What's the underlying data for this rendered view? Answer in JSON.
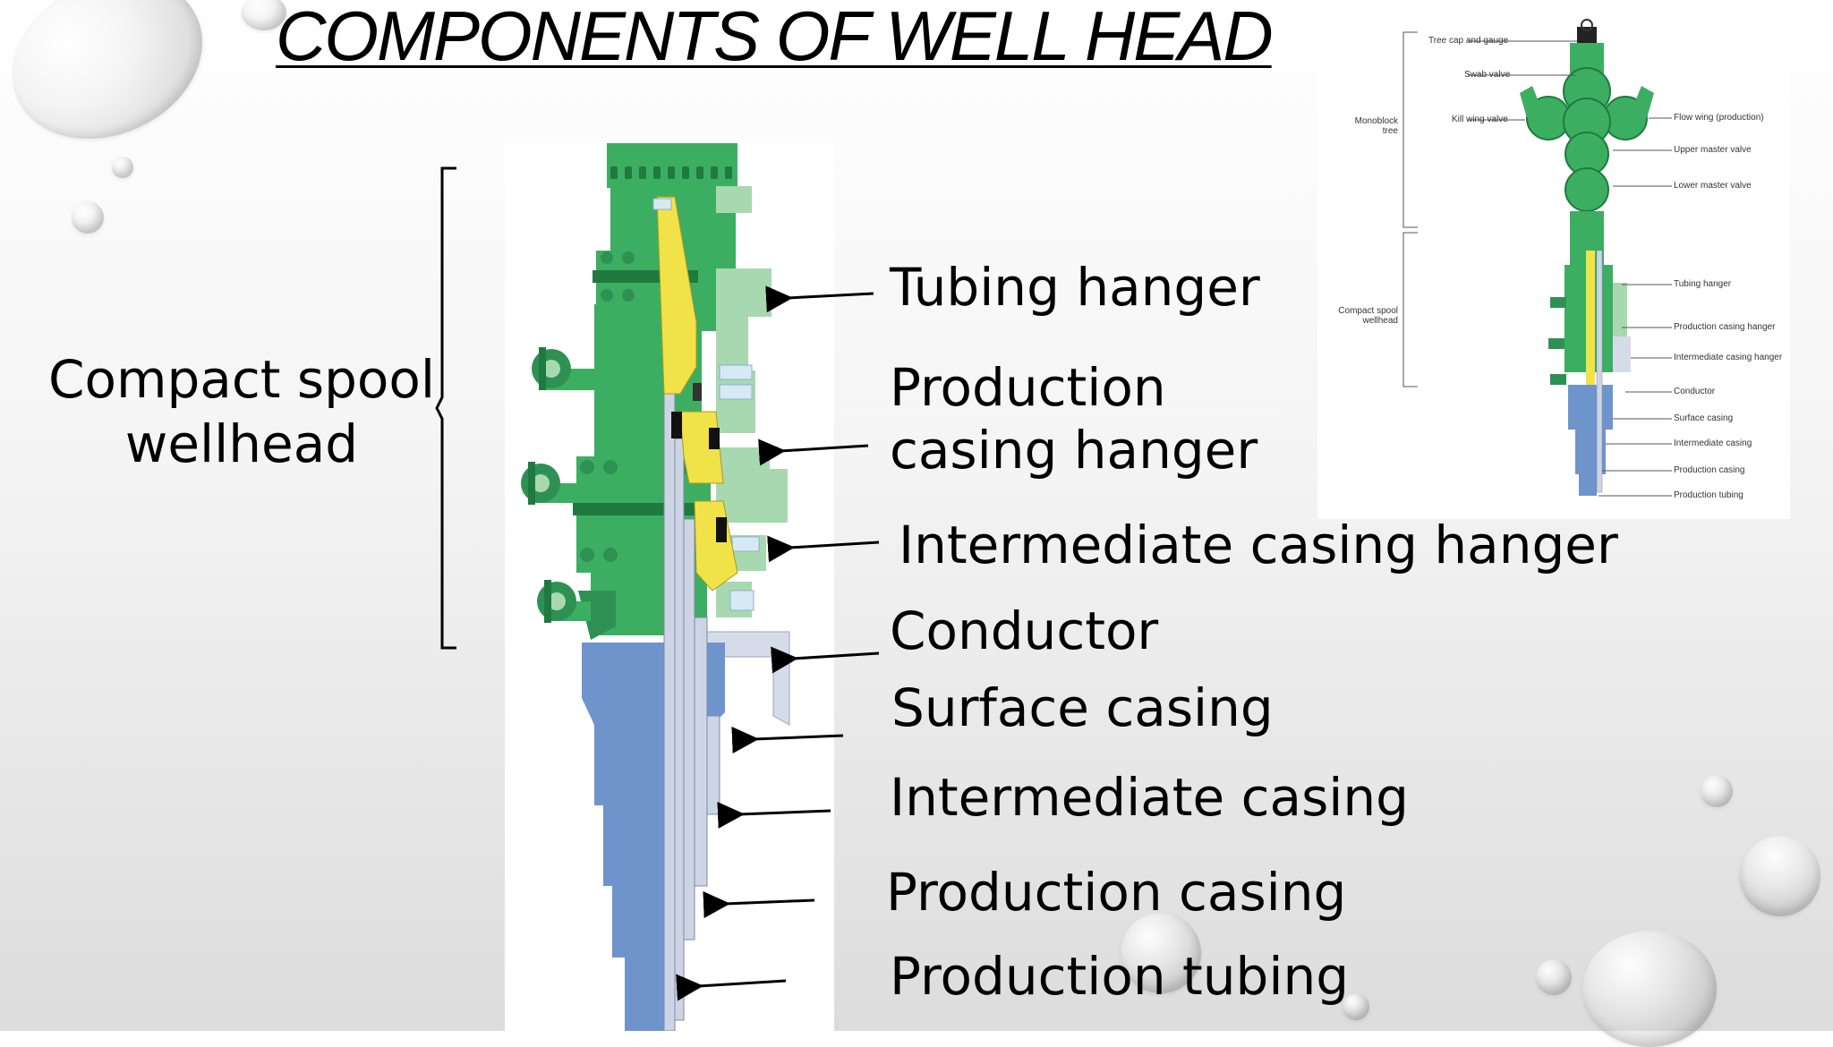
{
  "slide": {
    "title": "COMPONENTS OF WELL HEAD",
    "left_label_lines": [
      "Compact spool",
      "wellhead"
    ],
    "component_labels": [
      {
        "lines": [
          "Tubing hanger"
        ]
      },
      {
        "lines": [
          "Production",
          "casing hanger"
        ]
      },
      {
        "lines": [
          "Intermediate casing hanger"
        ]
      },
      {
        "lines": [
          "Conductor"
        ]
      },
      {
        "lines": [
          "Surface casing"
        ]
      },
      {
        "lines": [
          "Intermediate casing"
        ]
      },
      {
        "lines": [
          "Production casing"
        ]
      },
      {
        "lines": [
          "Production tubing"
        ]
      }
    ]
  },
  "inset": {
    "left_labels": [
      "Tree cap and gauge",
      "Swab valve",
      "Kill wing valve"
    ],
    "group_labels": [
      {
        "lines": [
          "Monoblock",
          "tree"
        ]
      },
      {
        "lines": [
          "Compact spool",
          "wellhead"
        ]
      }
    ],
    "right_labels": [
      "Flow wing (production)",
      "Upper master valve",
      "Lower master valve",
      "Tubing hanger",
      "Production casing hanger",
      "Intermediate casing hanger",
      "Conductor",
      "Surface casing",
      "Intermediate casing",
      "Production casing",
      "Production tubing"
    ]
  },
  "colors": {
    "equipment_green": "#3cae62",
    "dark_green": "#1f7a3f",
    "light_green": "#a8d8b0",
    "hanger_yellow": "#f2e24a",
    "casing_blue": "#6f94cc",
    "pipe_grey": "#cdd5e4",
    "background": "#f2f2f2"
  }
}
